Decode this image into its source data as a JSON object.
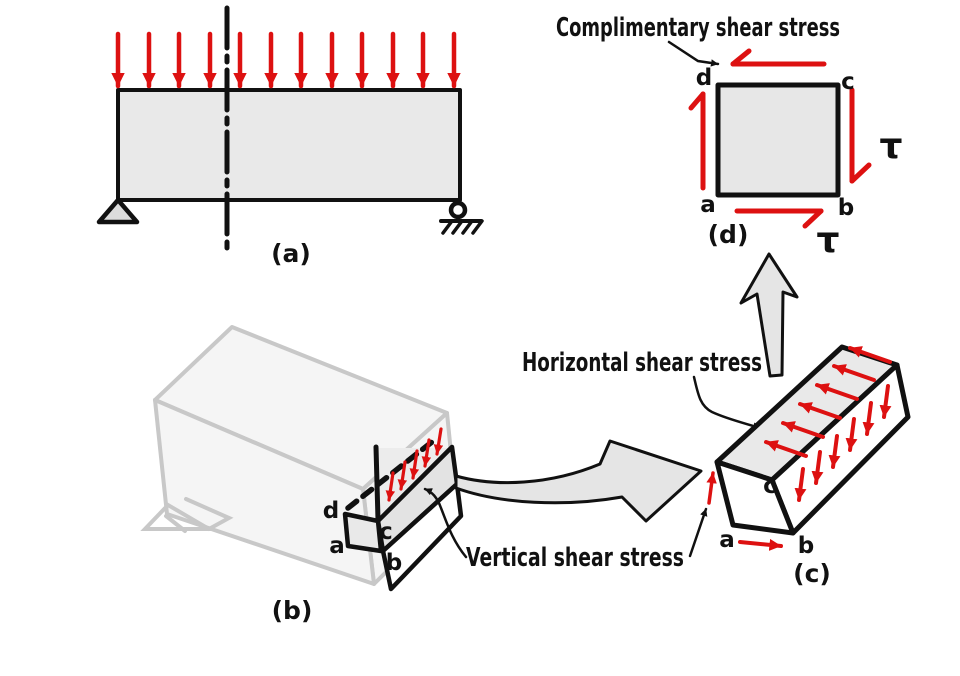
{
  "figure": {
    "annotations": {
      "complimentary": "Complimentary shear stress",
      "horizontal": "Horizontal shear stress",
      "vertical": "Vertical shear stress"
    },
    "tau_symbol": "τ",
    "section_labels": {
      "a": "(a)",
      "b": "(b)",
      "c": "(c)",
      "d": "(d)"
    },
    "corner_letters": {
      "a": "a",
      "b": "b",
      "c": "c",
      "d": "d"
    },
    "colors": {
      "arrow_red": "#dd1111",
      "ink": "#111111",
      "ghost_gray": "#c8c8c8",
      "fill_gray": "#e9e9e9",
      "band_gray": "#e3e3e3",
      "big_arrow_fill": "#e5e5e5"
    }
  }
}
